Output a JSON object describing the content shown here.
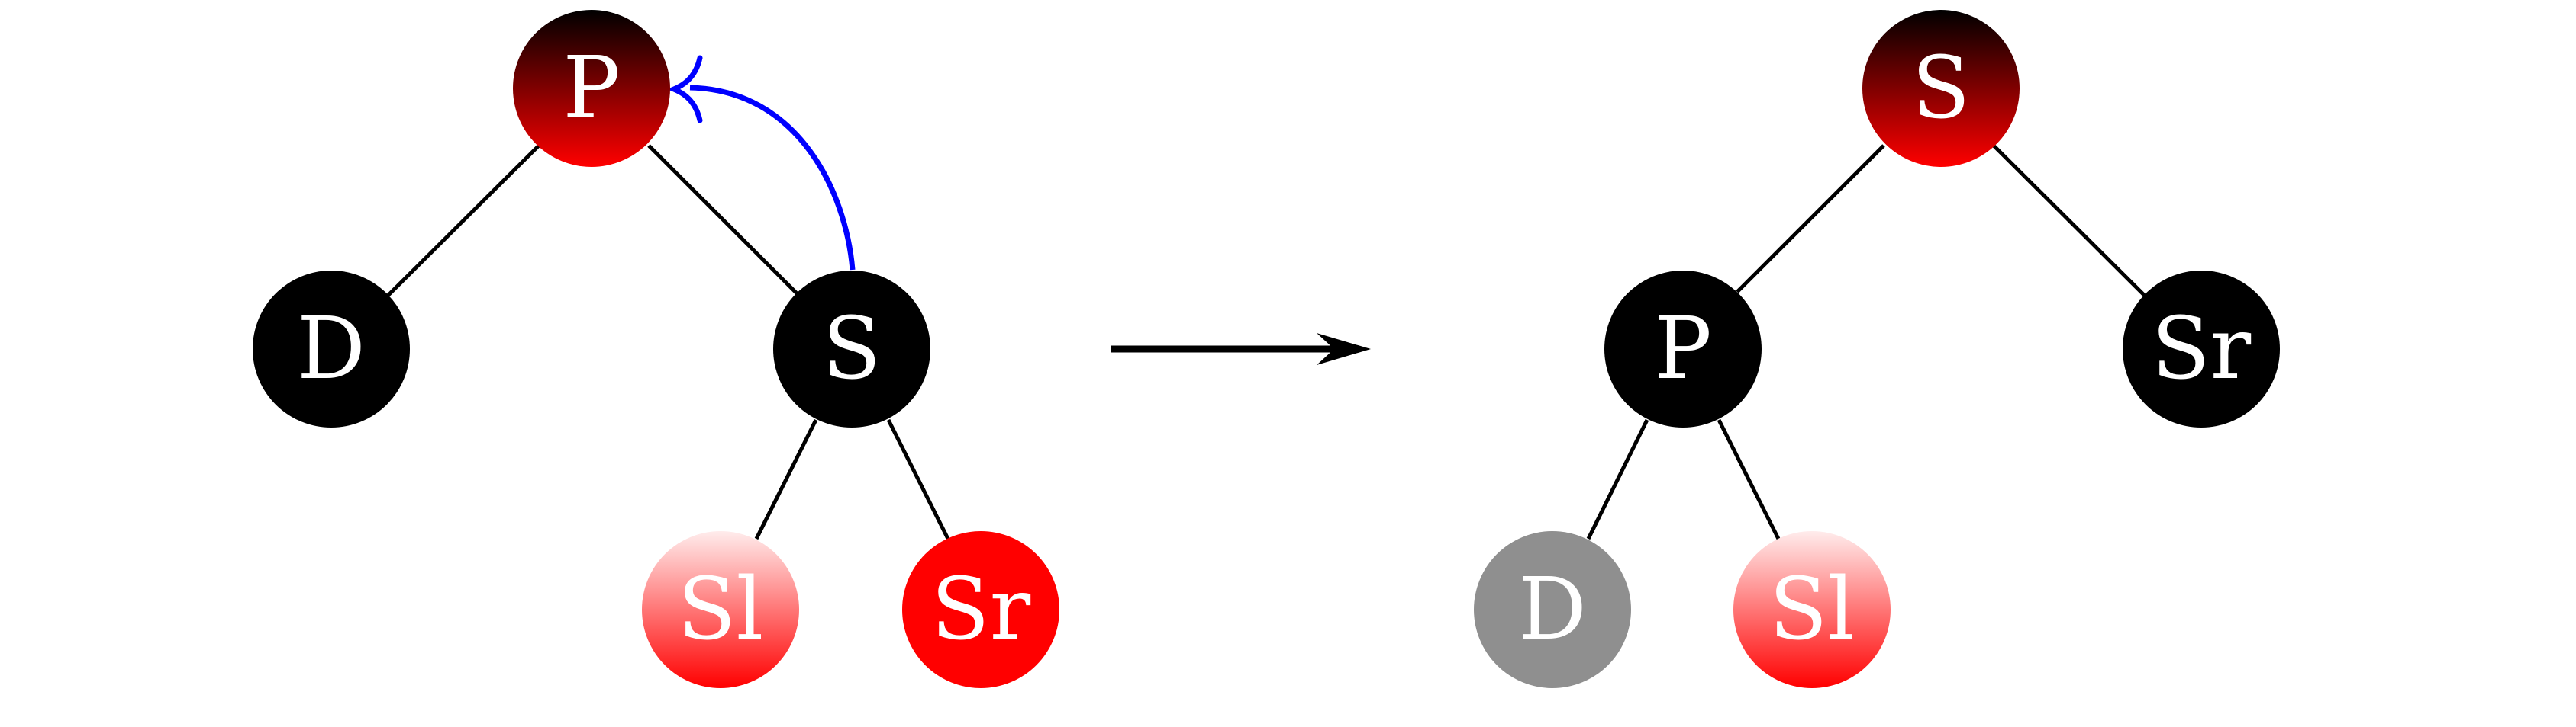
{
  "before_tree": {
    "nodes": {
      "p": {
        "label": "P",
        "fill": "gradient-black-to-red"
      },
      "d": {
        "label": "D",
        "fill": "#000000"
      },
      "s": {
        "label": "S",
        "fill": "#000000"
      },
      "sl": {
        "label": "Sl",
        "fill": "gradient-light-to-red"
      },
      "sr": {
        "label": "Sr",
        "fill": "#ff0000"
      }
    },
    "rotation_arrow": {
      "color": "#0000ff"
    }
  },
  "transform_arrow": {
    "color": "#000000"
  },
  "after_tree": {
    "nodes": {
      "s": {
        "label": "S",
        "fill": "gradient-black-to-red"
      },
      "p": {
        "label": "P",
        "fill": "#000000"
      },
      "sr": {
        "label": "Sr",
        "fill": "#000000"
      },
      "d": {
        "label": "D",
        "fill": "#8f8f8f"
      },
      "sl": {
        "label": "Sl",
        "fill": "gradient-light-to-red"
      }
    }
  },
  "colors": {
    "black": "#000000",
    "red": "#ff0000",
    "gray": "#8f8f8f",
    "blue": "#0000ff",
    "light_red": "#ffecec"
  }
}
